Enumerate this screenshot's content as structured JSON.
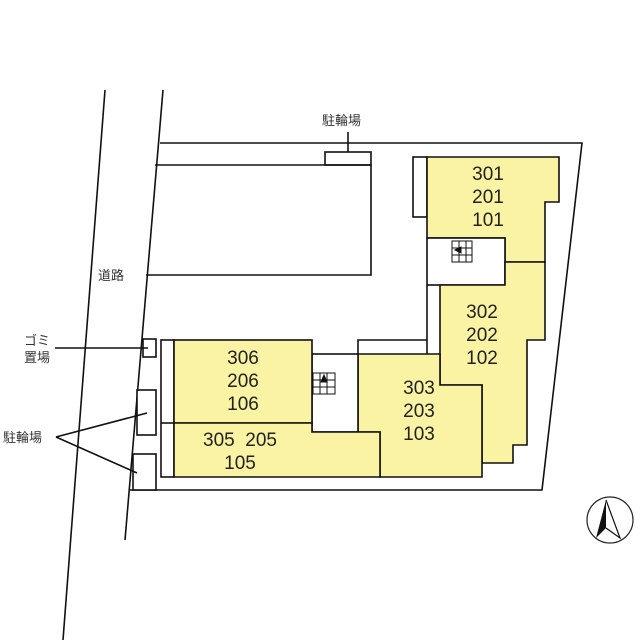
{
  "colors": {
    "unit_fill": "#f9f3a3",
    "line": "#111111",
    "background": "#ffffff"
  },
  "labels": {
    "bicycle_top": "駐輪場",
    "road": "道路",
    "garbage_line1": "ゴミ",
    "garbage_line2": "置場",
    "bicycle_left": "駐輪場"
  },
  "units": {
    "b301": [
      "301",
      "201",
      "101"
    ],
    "b302": [
      "302",
      "202",
      "102"
    ],
    "b303": [
      "303",
      "203",
      "103"
    ],
    "b306": [
      "306",
      "206",
      "106"
    ],
    "b305": [
      "305  205",
      "105"
    ]
  },
  "compass": {
    "icon": "north-arrow-icon"
  }
}
